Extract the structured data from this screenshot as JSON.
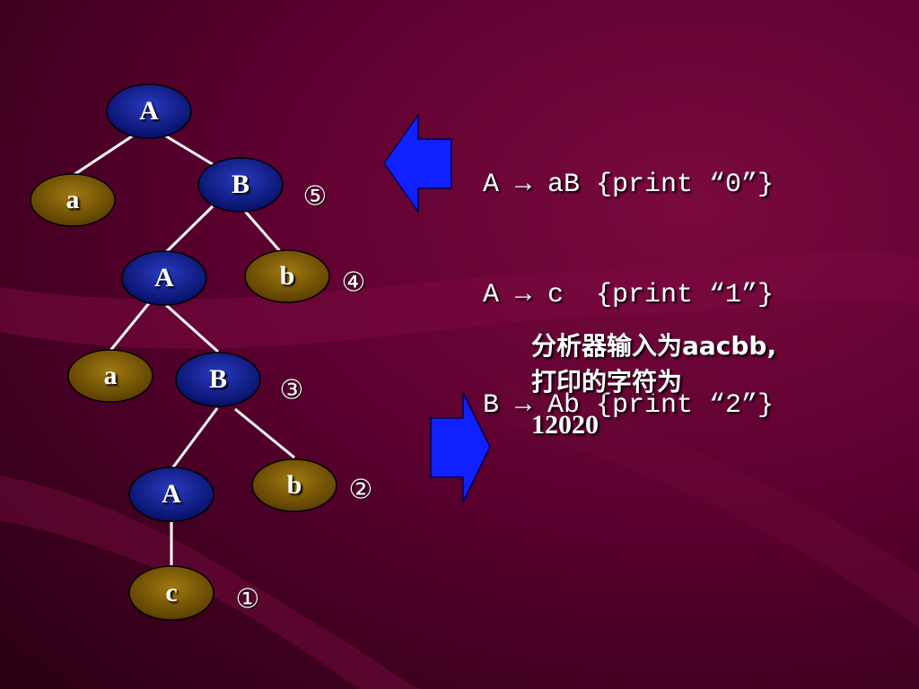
{
  "colors": {
    "background": "#5c0030",
    "nonterminal_node": "#0a1a8a",
    "terminal_node": "#7a5a00",
    "arrow": "#1a2aff",
    "text": "#ffffff"
  },
  "tree": {
    "nodes": [
      {
        "id": "n1",
        "label": "A",
        "kind": "nonterminal"
      },
      {
        "id": "n2",
        "label": "a",
        "kind": "terminal"
      },
      {
        "id": "n3",
        "label": "B",
        "kind": "nonterminal"
      },
      {
        "id": "n4",
        "label": "A",
        "kind": "nonterminal"
      },
      {
        "id": "n5",
        "label": "b",
        "kind": "terminal"
      },
      {
        "id": "n6",
        "label": "a",
        "kind": "terminal"
      },
      {
        "id": "n7",
        "label": "B",
        "kind": "nonterminal"
      },
      {
        "id": "n8",
        "label": "A",
        "kind": "nonterminal"
      },
      {
        "id": "n9",
        "label": "b",
        "kind": "terminal"
      },
      {
        "id": "n10",
        "label": "c",
        "kind": "terminal"
      }
    ],
    "edges": [
      [
        "n1",
        "n2"
      ],
      [
        "n1",
        "n3"
      ],
      [
        "n3",
        "n4"
      ],
      [
        "n3",
        "n5"
      ],
      [
        "n4",
        "n6"
      ],
      [
        "n4",
        "n7"
      ],
      [
        "n7",
        "n8"
      ],
      [
        "n7",
        "n9"
      ],
      [
        "n8",
        "n10"
      ]
    ],
    "order_marks": [
      "⑤",
      "④",
      "③",
      "②",
      "①"
    ]
  },
  "rules": [
    "A → aB {print “0”}",
    "A → c  {print “1”}",
    "B → Ab {print “2”}"
  ],
  "note": {
    "line1": "分析器输入为aacbb,",
    "line2": "打印的字符为",
    "result": "12020"
  }
}
